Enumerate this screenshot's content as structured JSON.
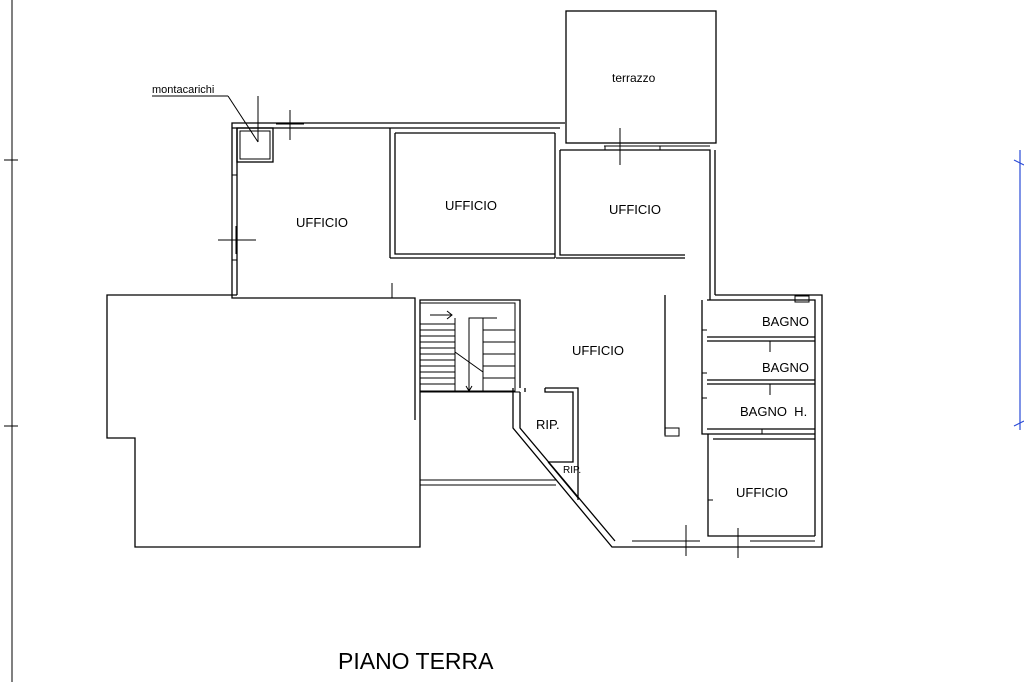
{
  "labels": {
    "montacarichi": "montacarichi",
    "terrazzo": "terrazzo",
    "ufficio_1": "UFFICIO",
    "ufficio_2": "UFFICIO",
    "ufficio_3": "UFFICIO",
    "ufficio_4": "UFFICIO",
    "ufficio_5": "UFFICIO",
    "bagno_1": "BAGNO",
    "bagno_2": "BAGNO",
    "bagno_h": "BAGNO  H.",
    "rip_1": "RIP.",
    "rip_2": "RIP."
  },
  "title": "PIANO TERRA",
  "colors": {
    "lines": "#000000",
    "border": "#2a4bd7"
  }
}
